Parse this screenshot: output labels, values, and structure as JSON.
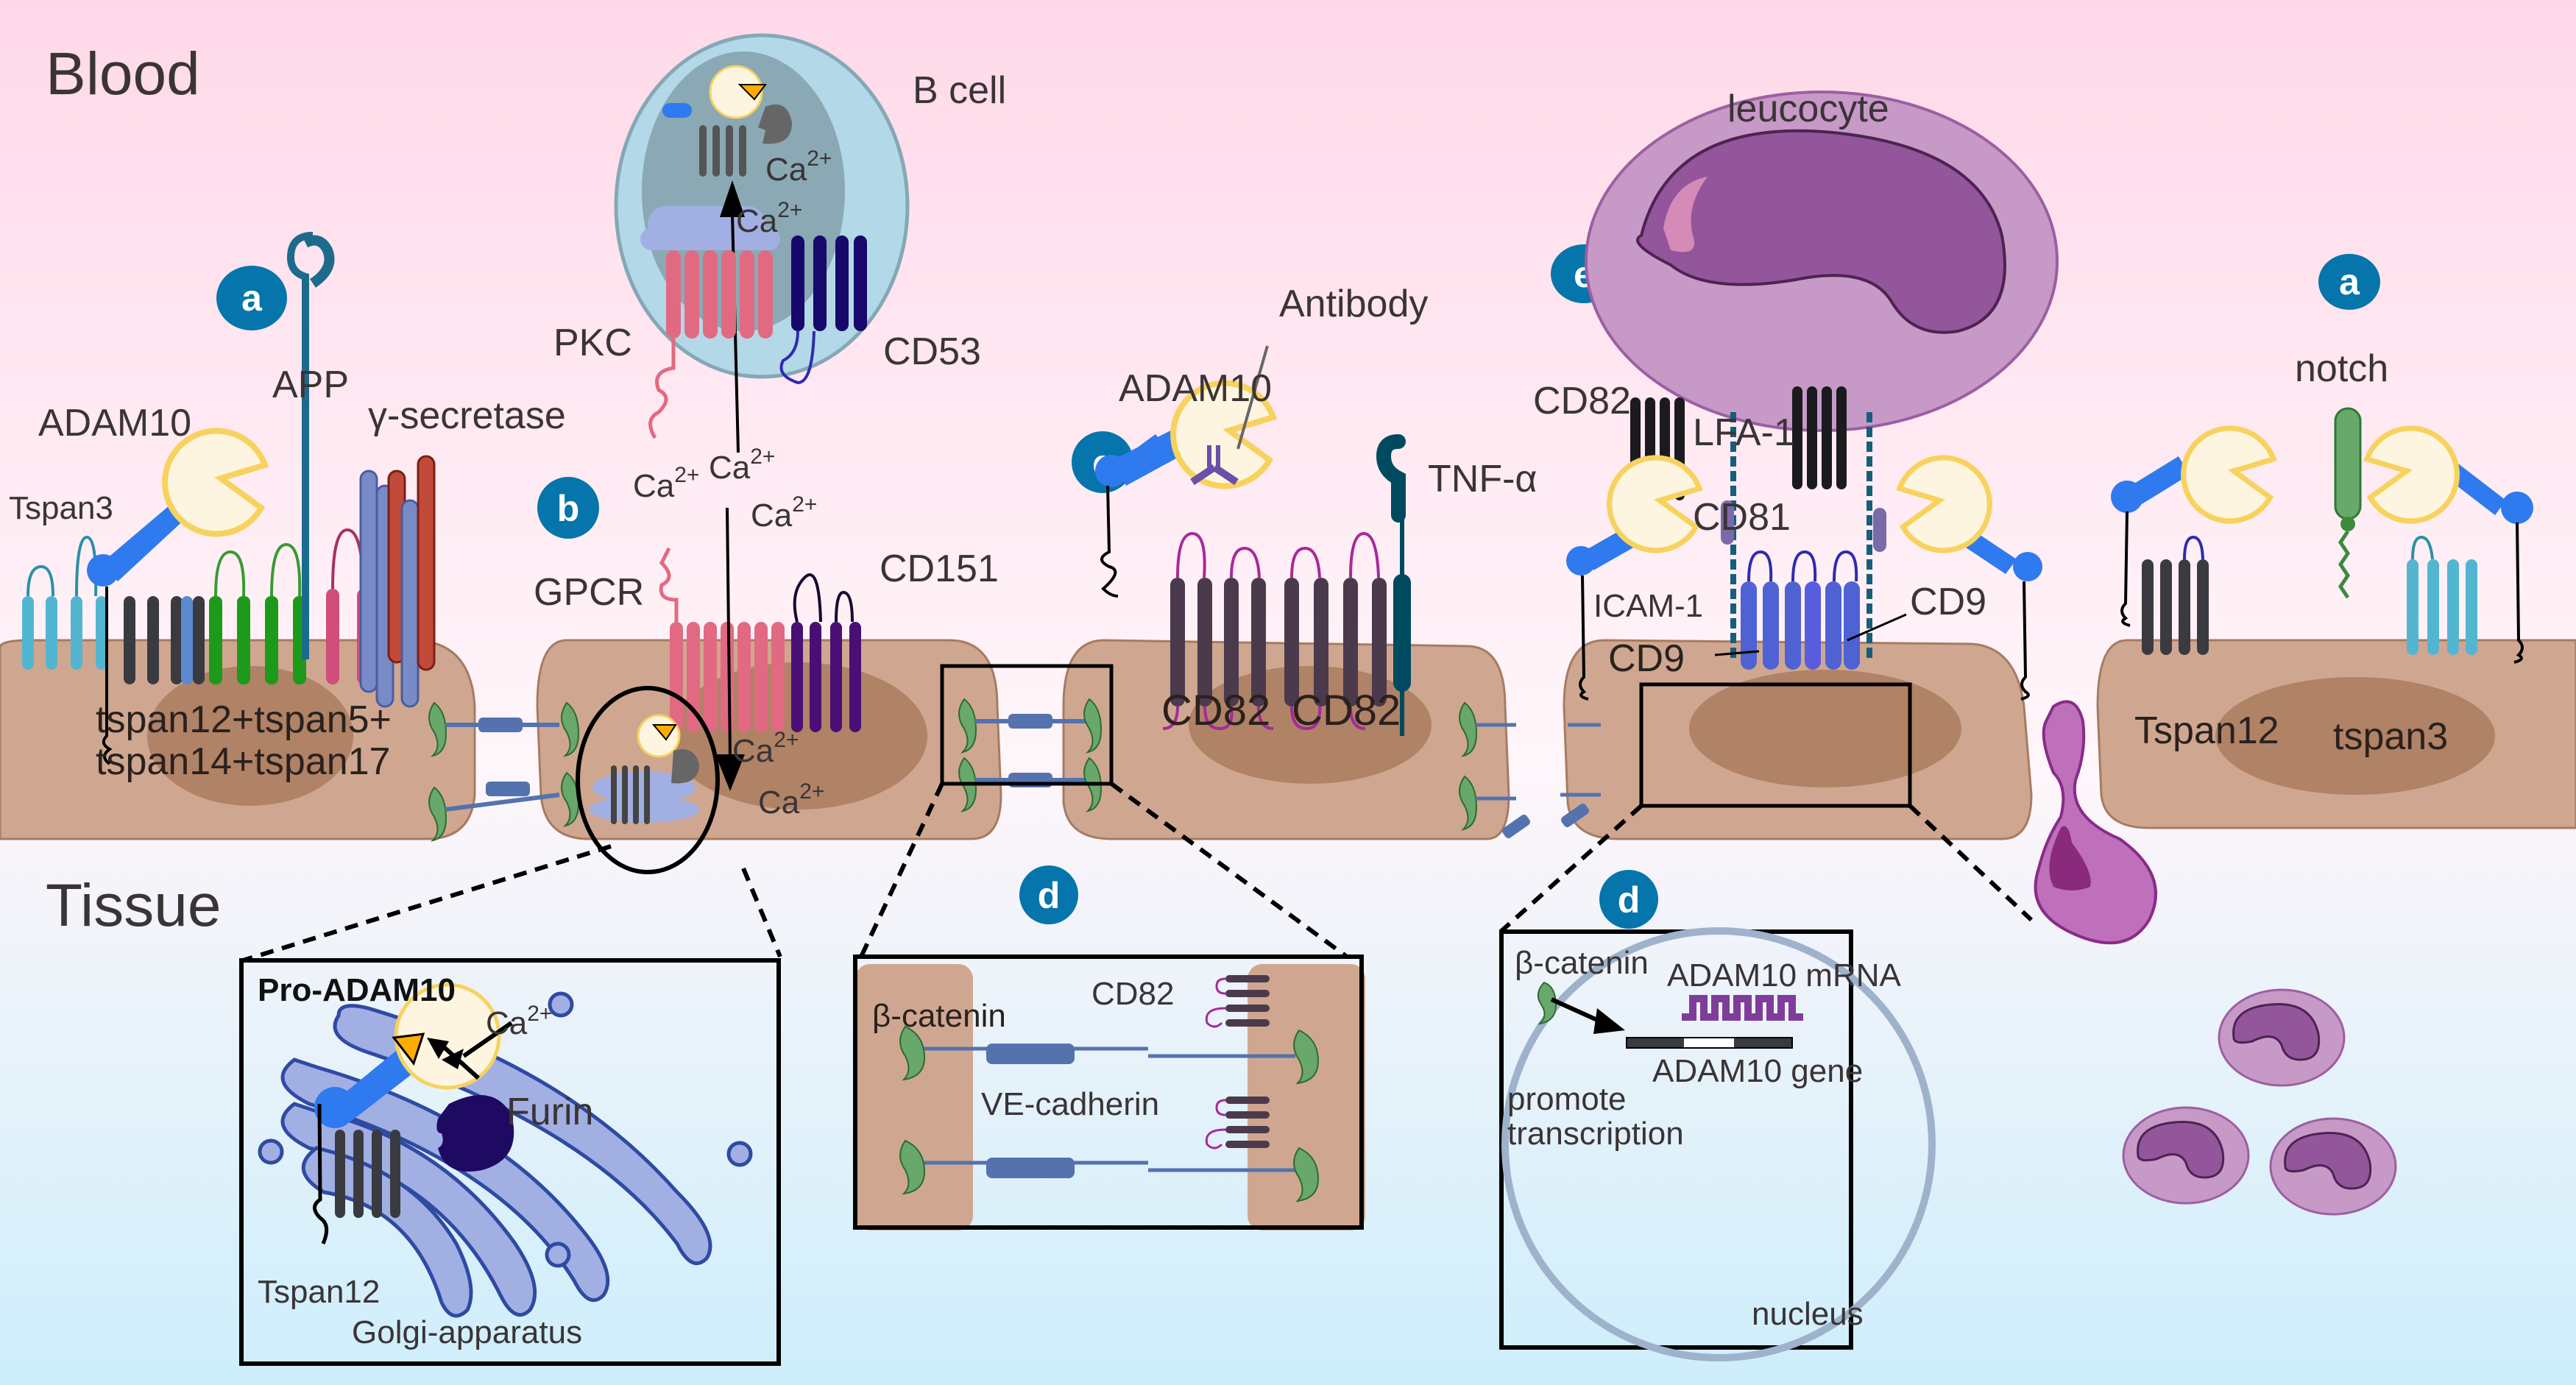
{
  "regions": {
    "top": "Blood",
    "bottom": "Tissue"
  },
  "colors": {
    "blood_bg_top": "#ffd9e8",
    "tissue_bg_bottom": "#cdeefb",
    "cell": "#cfa790",
    "cell_nucleus": "#b08266",
    "badge": "#0575ab",
    "adam10_body": "#fdf5e0",
    "adam10_outline": "#f7d25e",
    "adam10_stalk": "#2f7aee",
    "tspan_dark": "#3a3b40",
    "tspan_cyan": "#53b6d0",
    "gpcr": "#e16a82",
    "cd151": "#4a0f75",
    "cd53": "#16096b",
    "cd82": "#4b3a4c",
    "cd82_loop": "#a62a9a",
    "cd9": "#4e62d4",
    "notch": "#68a96b",
    "leucocyte": "#c799c7",
    "leucocyte_nucleus": "#93569a",
    "golgi": "#a2afe3",
    "furin": "#1e0a62",
    "beta_catenin": "#68a96b",
    "ve_cadherin": "#5472ad"
  },
  "badges": {
    "a_left": "a",
    "b": "b",
    "c": "c",
    "d_mid": "d",
    "d_right": "d",
    "e": "e",
    "a_right": "a"
  },
  "panel_a_left": {
    "adam10": "ADAM10",
    "app": "APP",
    "gamma_secretase": "γ-secretase",
    "tspan3": "Tspan3",
    "tspans_line1": "tspan12+tspan5+",
    "tspans_line2": "tspan14+tspan17"
  },
  "panel_b": {
    "b_cell": "B cell",
    "pkc": "PKC",
    "cd53": "CD53",
    "gpcr": "GPCR",
    "cd151": "CD151",
    "ca": "Ca",
    "ca_sup": "2+"
  },
  "panel_c": {
    "adam10": "ADAM10",
    "antibody": "Antibody",
    "tnf": "TNF-α",
    "cd82_a": "CD82",
    "cd82_b": "CD82"
  },
  "panel_e": {
    "leucocyte": "leucocyte",
    "cd82": "CD82",
    "lfa1": "LFA-1",
    "cd81": "CD81",
    "icam1": "ICAM-1",
    "cd9_a": "CD9",
    "cd9_b": "CD9"
  },
  "panel_a_right": {
    "notch": "notch",
    "tspan12": "Tspan12",
    "tspan3": "tspan3"
  },
  "inset_golgi": {
    "pro_adam10": "Pro-ADAM10",
    "ca": "Ca",
    "ca_sup": "2+",
    "furin": "Furin",
    "tspan12": "Tspan12",
    "golgi": "Golgi-apparatus"
  },
  "inset_junction": {
    "beta_catenin": "β-catenin",
    "cd82": "CD82",
    "ve_cadherin": "VE-cadherin"
  },
  "inset_nucleus": {
    "beta_catenin": "β-catenin",
    "mrna": "ADAM10 mRNA",
    "gene": "ADAM10 gene",
    "promote_line1": "promote",
    "promote_line2": "transcription",
    "nucleus": "nucleus"
  }
}
